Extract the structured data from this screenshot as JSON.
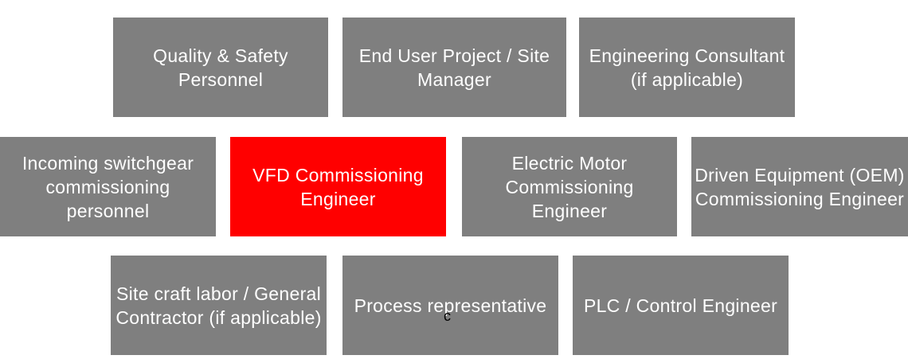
{
  "diagram": {
    "center": {
      "label": "VFD Commissioning Engineer"
    },
    "row1": [
      {
        "label": "Quality & Safety Personnel"
      },
      {
        "label": "End User Project / Site Manager"
      },
      {
        "label": "Engineering Consultant (if applicable)"
      }
    ],
    "row2": [
      {
        "label": "Incoming switchgear commissioning personnel"
      },
      {
        "label": "Electric Motor Commissioning Engineer"
      },
      {
        "label": "Driven Equipment (OEM) Commissioning Engineer"
      }
    ],
    "row3": [
      {
        "label": "Site craft labor / General Contractor (if applicable)"
      },
      {
        "label": "Process representative"
      },
      {
        "label": "PLC / Control Engineer"
      }
    ],
    "colors": {
      "box": "#7f7f7f",
      "center": "#ff0000",
      "text": "#ffffff"
    },
    "cursor_glyph": "c"
  }
}
